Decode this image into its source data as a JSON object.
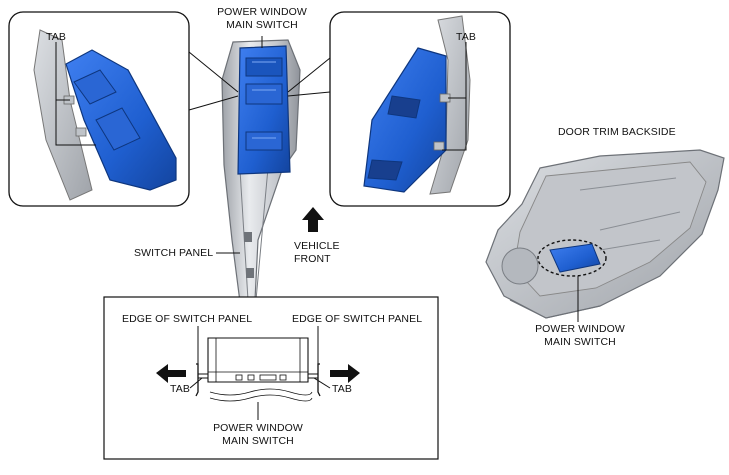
{
  "colors": {
    "switch_blue": "#1f5fd0",
    "switch_blue_dark": "#123f96",
    "trim_gray": "#c9ccd1",
    "trim_gray_dark": "#8d9197",
    "line": "#111111"
  },
  "labels": {
    "tab_left": "TAB",
    "tab_right": "TAB",
    "main_switch_top_1": "POWER WINDOW",
    "main_switch_top_2": "MAIN SWITCH",
    "door_trim_backside": "DOOR TRIM BACKSIDE",
    "switch_panel": "SWITCH PANEL",
    "vehicle_1": "VEHICLE",
    "vehicle_2": "FRONT",
    "edge_left": "EDGE OF SWITCH PANEL",
    "edge_right": "EDGE OF SWITCH PANEL",
    "tab_bottom_left": "TAB",
    "tab_bottom_right": "TAB",
    "main_switch_bottom_1": "POWER WINDOW",
    "main_switch_bottom_2": "MAIN SWITCH",
    "main_switch_trim_1": "POWER WINDOW",
    "main_switch_trim_2": "MAIN SWITCH"
  },
  "icons": [
    "front-arrow-icon",
    "left-arrow-icon",
    "right-arrow-icon"
  ]
}
